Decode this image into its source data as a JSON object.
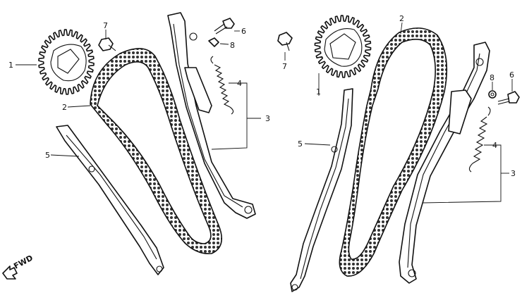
{
  "diagram": {
    "callouts": {
      "left": {
        "sprocket": "1",
        "chain": "2",
        "tensioner_slipper": "3",
        "spring": "4",
        "guide": "5",
        "bolt_6": "6",
        "bolt_7": "7",
        "washer_8": "8"
      },
      "right": {
        "sprocket": "1",
        "chain": "2",
        "tensioner_slipper": "3",
        "spring": "4",
        "guide": "5",
        "bolt_6": "6",
        "bolt_7": "7",
        "washer_8": "8"
      }
    },
    "direction_label": "FWD"
  }
}
